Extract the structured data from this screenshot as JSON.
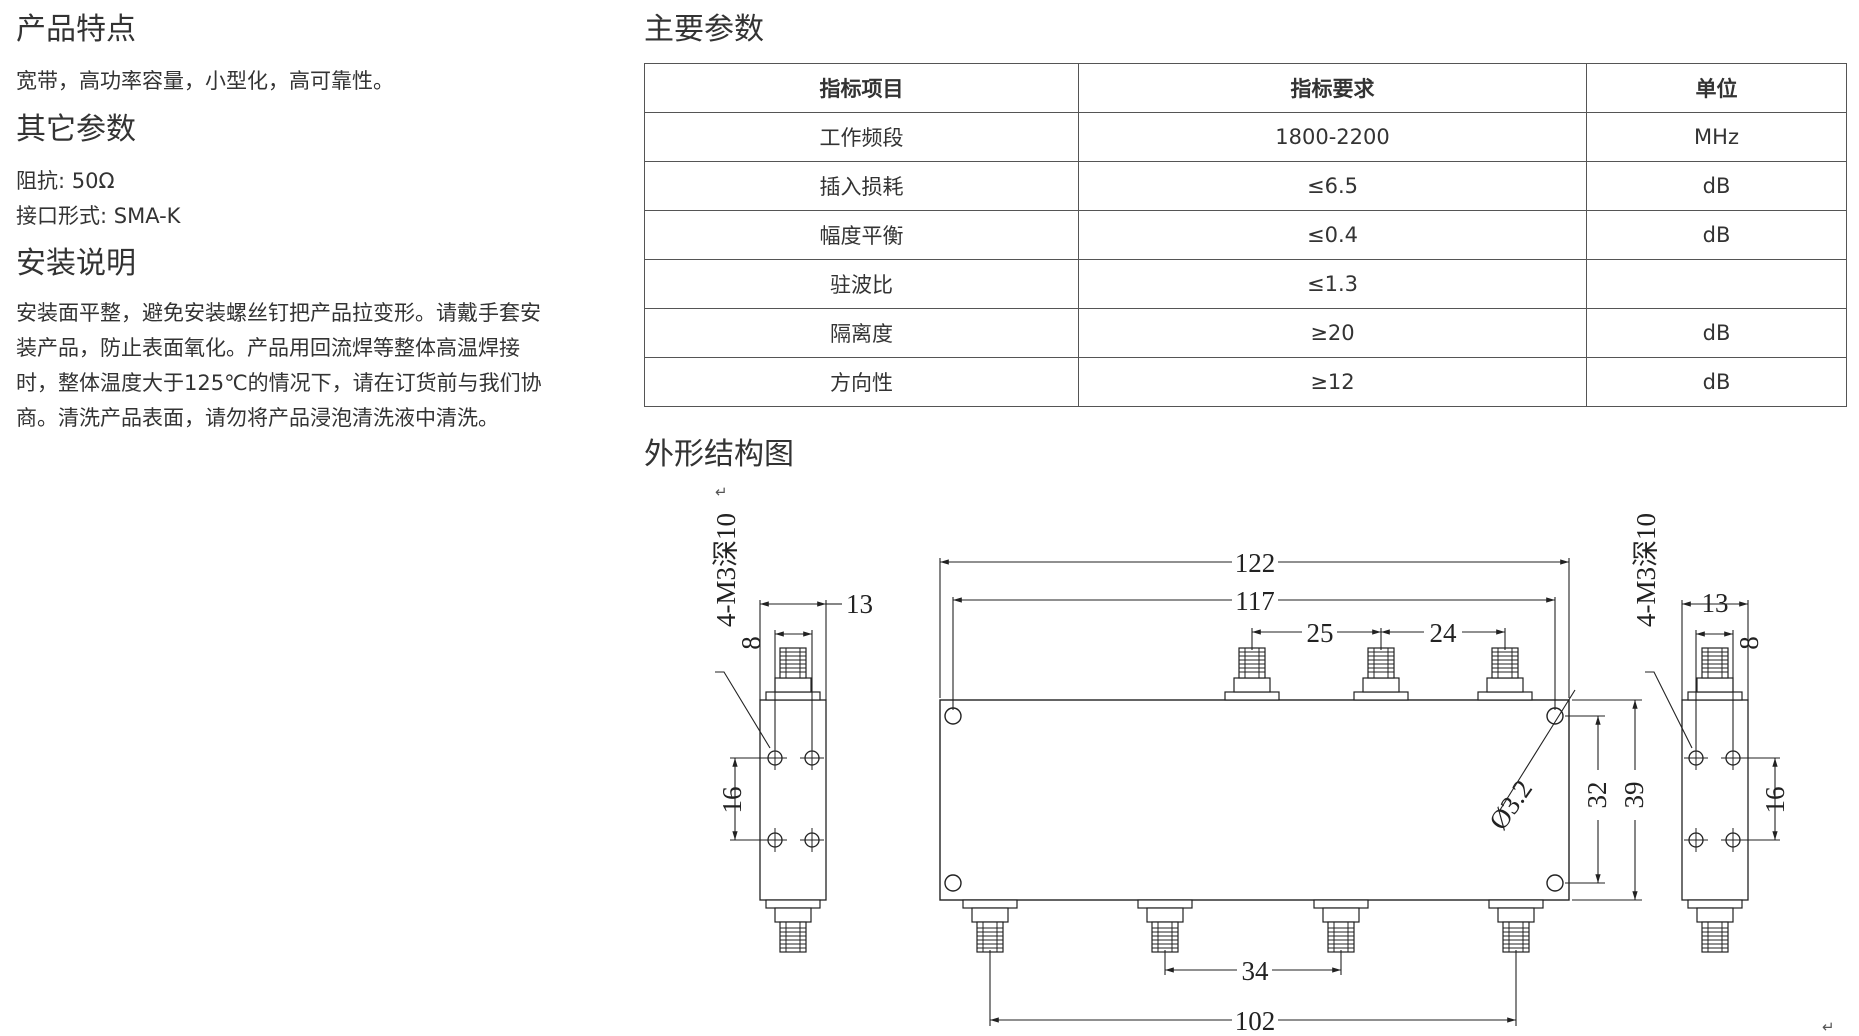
{
  "features": {
    "title": "产品特点",
    "text": "宽带，高功率容量，小型化，高可靠性。"
  },
  "other_params": {
    "title": "其它参数",
    "impedance": "阻抗: 50Ω",
    "interface": "接口形式: SMA-K"
  },
  "install": {
    "title": "安装说明",
    "lines": [
      "安装面平整，避免安装螺丝钉把产品拉变形。请戴手套安",
      "装产品，防止表面氧化。产品用回流焊等整体高温焊接",
      "时，整体温度大于125℃的情况下，请在订货前与我们协",
      "商。清洗产品表面，请勿将产品浸泡清洗液中清洗。"
    ]
  },
  "main_params": {
    "title": "主要参数",
    "headers": [
      "指标项目",
      "指标要求",
      "单位"
    ],
    "rows": [
      [
        "工作频段",
        "1800-2200",
        "MHz"
      ],
      [
        "插入损耗",
        "≤6.5",
        "dB"
      ],
      [
        "幅度平衡",
        "≤0.4",
        "dB"
      ],
      [
        "驻波比",
        "≤1.3",
        ""
      ],
      [
        "隔离度",
        "≥20",
        "dB"
      ],
      [
        "方向性",
        "≥12",
        "dB"
      ]
    ]
  },
  "drawing": {
    "title": "外形结构图",
    "return_mark": "↵",
    "dims": {
      "d122": "122",
      "d117": "117",
      "d25": "25",
      "d24": "24",
      "d32": "32",
      "d39": "39",
      "d34": "34",
      "d102": "102",
      "phi": "Ø3.2",
      "d13": "13",
      "d8": "8",
      "d16": "16",
      "hole_note": "4-M3深10"
    }
  }
}
